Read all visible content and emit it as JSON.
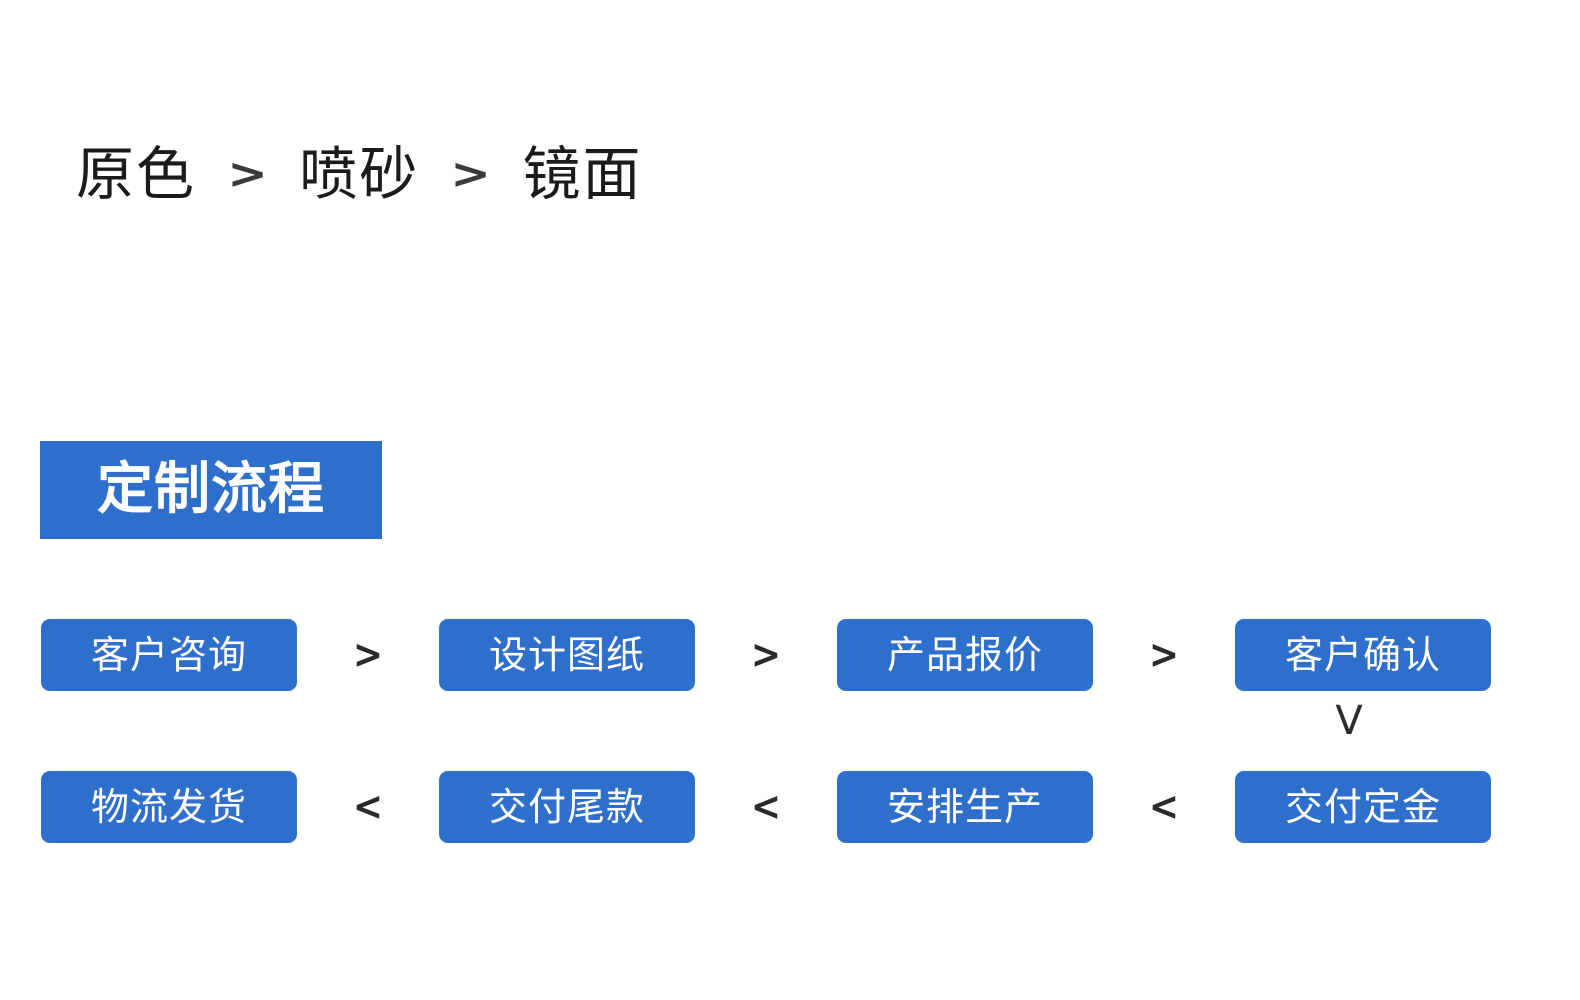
{
  "colors": {
    "accent_blue": "#2E6FCC",
    "text_dark": "#1b1b1b",
    "text_on_accent": "#ffffff",
    "background": "#ffffff"
  },
  "finish_section": {
    "items": [
      {
        "label": "原色"
      },
      {
        "label": "喷砂"
      },
      {
        "label": "镜面"
      }
    ],
    "separator": ">"
  },
  "process_section": {
    "badge_label": "定制流程",
    "row1": {
      "separator": ">",
      "steps": [
        {
          "label": "客户咨询"
        },
        {
          "label": "设计图纸"
        },
        {
          "label": "产品报价"
        },
        {
          "label": "客户确认"
        }
      ]
    },
    "down_connector": "V",
    "row2": {
      "separator": "<",
      "steps": [
        {
          "label": "物流发货"
        },
        {
          "label": "交付尾款"
        },
        {
          "label": "安排生产"
        },
        {
          "label": "交付定金"
        }
      ]
    }
  }
}
